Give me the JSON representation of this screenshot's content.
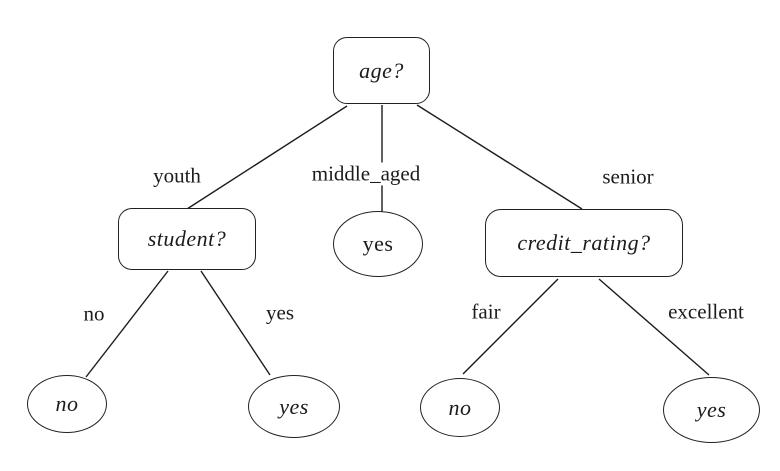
{
  "diagram": {
    "type": "decision-tree",
    "colors": {
      "background": "#ffffff",
      "line": "#1c1c1c",
      "text": "#1c1c1c",
      "node_border": "#222222"
    },
    "nodes": {
      "age": {
        "label": "age?",
        "shape": "rounded-rect",
        "kind": "decision"
      },
      "student": {
        "label": "student?",
        "shape": "rounded-rect",
        "kind": "decision"
      },
      "credit_rating": {
        "label": "credit_rating?",
        "shape": "rounded-rect",
        "kind": "decision"
      },
      "leaf_middle_aged": {
        "label": "yes",
        "shape": "ellipse",
        "kind": "leaf"
      },
      "leaf_youth_no": {
        "label": "no",
        "shape": "ellipse",
        "kind": "leaf"
      },
      "leaf_youth_yes": {
        "label": "yes",
        "shape": "ellipse",
        "kind": "leaf"
      },
      "leaf_fair": {
        "label": "no",
        "shape": "ellipse",
        "kind": "leaf"
      },
      "leaf_excellent": {
        "label": "yes",
        "shape": "ellipse",
        "kind": "leaf"
      }
    },
    "edge_labels": {
      "youth": "youth",
      "middle_aged": "middle_aged",
      "senior": "senior",
      "student_no": "no",
      "student_yes": "yes",
      "fair": "fair",
      "excellent": "excellent"
    }
  }
}
